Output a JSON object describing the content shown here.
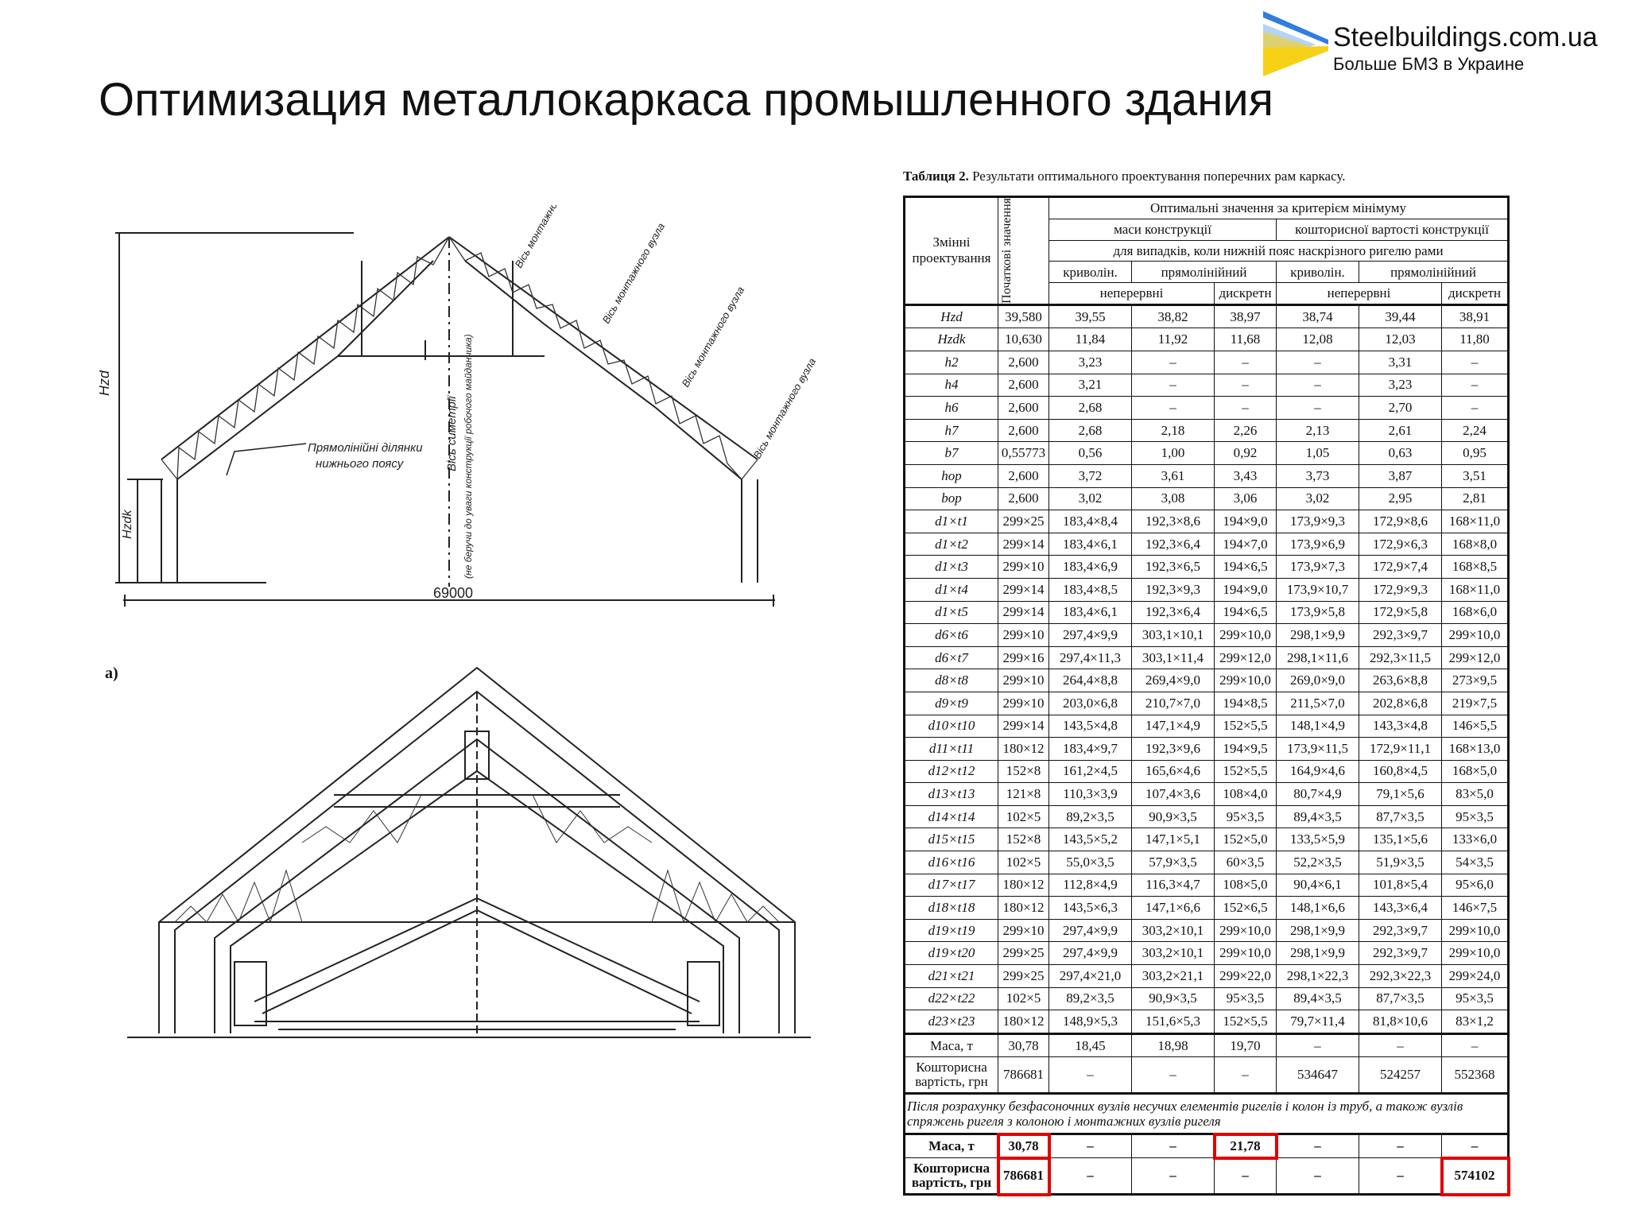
{
  "title": "Оптимизация металлокаркаса промышленного здания",
  "logo": {
    "brand": "Steelbuildings.com.ua",
    "tagline": "Больше БМЗ в Украине",
    "colors": {
      "yellow": "#f7d117",
      "blue": "#2f7de1"
    }
  },
  "drawing_top": {
    "span_label": "69000",
    "h_label": "Hzd",
    "hdk_label": "Hzdk",
    "symmetry_note": "Вісь симетрії",
    "crane_note": "(не беручи до уваги конструкції робочого майданчика)",
    "lower_chord_note_1": "Прямолінійні ділянки",
    "lower_chord_note_2": "нижнього поясу",
    "mount_node_label": "Вісь монтажного вузла"
  },
  "drawing_bottom": {
    "label": "а)"
  },
  "table": {
    "caption_bold": "Таблиця 2.",
    "caption_rest": " Результати оптимального проектування поперечних рам каркасу.",
    "header": {
      "variables": "Змінні проектування",
      "initial": "Початкові значення",
      "optimal": "Оптимальні значення за критерієм мінімуму",
      "mass": "маси конструкції",
      "cost": "кошторисної вартості конструкції",
      "cases": "для випадків, коли нижній пояс наскрізного ригелю рами",
      "curvilinear": "криволін.",
      "rectilinear": "прямолінійний",
      "continuous": "неперервні",
      "discrete": "дискретн"
    },
    "rows": [
      {
        "v": "Hzd",
        "vals": [
          "39,580",
          "39,55",
          "38,82",
          "38,97",
          "38,74",
          "39,44",
          "38,91"
        ]
      },
      {
        "v": "Hzdk",
        "vals": [
          "10,630",
          "11,84",
          "11,92",
          "11,68",
          "12,08",
          "12,03",
          "11,80"
        ]
      },
      {
        "v": "h2",
        "vals": [
          "2,600",
          "3,23",
          "–",
          "–",
          "–",
          "3,31",
          "–"
        ]
      },
      {
        "v": "h4",
        "vals": [
          "2,600",
          "3,21",
          "–",
          "–",
          "–",
          "3,23",
          "–"
        ]
      },
      {
        "v": "h6",
        "vals": [
          "2,600",
          "2,68",
          "–",
          "–",
          "–",
          "2,70",
          "–"
        ]
      },
      {
        "v": "h7",
        "vals": [
          "2,600",
          "2,68",
          "2,18",
          "2,26",
          "2,13",
          "2,61",
          "2,24"
        ]
      },
      {
        "v": "b7",
        "vals": [
          "0,55773",
          "0,56",
          "1,00",
          "0,92",
          "1,05",
          "0,63",
          "0,95"
        ]
      },
      {
        "v": "hop",
        "vals": [
          "2,600",
          "3,72",
          "3,61",
          "3,43",
          "3,73",
          "3,87",
          "3,51"
        ]
      },
      {
        "v": "bop",
        "vals": [
          "2,600",
          "3,02",
          "3,08",
          "3,06",
          "3,02",
          "2,95",
          "2,81"
        ]
      },
      {
        "v": "d1×t1",
        "vals": [
          "299×25",
          "183,4×8,4",
          "192,3×8,6",
          "194×9,0",
          "173,9×9,3",
          "172,9×8,6",
          "168×11,0"
        ]
      },
      {
        "v": "d1×t2",
        "vals": [
          "299×14",
          "183,4×6,1",
          "192,3×6,4",
          "194×7,0",
          "173,9×6,9",
          "172,9×6,3",
          "168×8,0"
        ]
      },
      {
        "v": "d1×t3",
        "vals": [
          "299×10",
          "183,4×6,9",
          "192,3×6,5",
          "194×6,5",
          "173,9×7,3",
          "172,9×7,4",
          "168×8,5"
        ]
      },
      {
        "v": "d1×t4",
        "vals": [
          "299×14",
          "183,4×8,5",
          "192,3×9,3",
          "194×9,0",
          "173,9×10,7",
          "172,9×9,3",
          "168×11,0"
        ]
      },
      {
        "v": "d1×t5",
        "vals": [
          "299×14",
          "183,4×6,1",
          "192,3×6,4",
          "194×6,5",
          "173,9×5,8",
          "172,9×5,8",
          "168×6,0"
        ]
      },
      {
        "v": "d6×t6",
        "vals": [
          "299×10",
          "297,4×9,9",
          "303,1×10,1",
          "299×10,0",
          "298,1×9,9",
          "292,3×9,7",
          "299×10,0"
        ]
      },
      {
        "v": "d6×t7",
        "vals": [
          "299×16",
          "297,4×11,3",
          "303,1×11,4",
          "299×12,0",
          "298,1×11,6",
          "292,3×11,5",
          "299×12,0"
        ]
      },
      {
        "v": "d8×t8",
        "vals": [
          "299×10",
          "264,4×8,8",
          "269,4×9,0",
          "299×10,0",
          "269,0×9,0",
          "263,6×8,8",
          "273×9,5"
        ]
      },
      {
        "v": "d9×t9",
        "vals": [
          "299×10",
          "203,0×6,8",
          "210,7×7,0",
          "194×8,5",
          "211,5×7,0",
          "202,8×6,8",
          "219×7,5"
        ]
      },
      {
        "v": "d10×t10",
        "vals": [
          "299×14",
          "143,5×4,8",
          "147,1×4,9",
          "152×5,5",
          "148,1×4,9",
          "143,3×4,8",
          "146×5,5"
        ]
      },
      {
        "v": "d11×t11",
        "vals": [
          "180×12",
          "183,4×9,7",
          "192,3×9,6",
          "194×9,5",
          "173,9×11,5",
          "172,9×11,1",
          "168×13,0"
        ]
      },
      {
        "v": "d12×t12",
        "vals": [
          "152×8",
          "161,2×4,5",
          "165,6×4,6",
          "152×5,5",
          "164,9×4,6",
          "160,8×4,5",
          "168×5,0"
        ]
      },
      {
        "v": "d13×t13",
        "vals": [
          "121×8",
          "110,3×3,9",
          "107,4×3,6",
          "108×4,0",
          "80,7×4,9",
          "79,1×5,6",
          "83×5,0"
        ]
      },
      {
        "v": "d14×t14",
        "vals": [
          "102×5",
          "89,2×3,5",
          "90,9×3,5",
          "95×3,5",
          "89,4×3,5",
          "87,7×3,5",
          "95×3,5"
        ]
      },
      {
        "v": "d15×t15",
        "vals": [
          "152×8",
          "143,5×5,2",
          "147,1×5,1",
          "152×5,0",
          "133,5×5,9",
          "135,1×5,6",
          "133×6,0"
        ]
      },
      {
        "v": "d16×t16",
        "vals": [
          "102×5",
          "55,0×3,5",
          "57,9×3,5",
          "60×3,5",
          "52,2×3,5",
          "51,9×3,5",
          "54×3,5"
        ]
      },
      {
        "v": "d17×t17",
        "vals": [
          "180×12",
          "112,8×4,9",
          "116,3×4,7",
          "108×5,0",
          "90,4×6,1",
          "101,8×5,4",
          "95×6,0"
        ]
      },
      {
        "v": "d18×t18",
        "vals": [
          "180×12",
          "143,5×6,3",
          "147,1×6,6",
          "152×6,5",
          "148,1×6,6",
          "143,3×6,4",
          "146×7,5"
        ]
      },
      {
        "v": "d19×t19",
        "vals": [
          "299×10",
          "297,4×9,9",
          "303,2×10,1",
          "299×10,0",
          "298,1×9,9",
          "292,3×9,7",
          "299×10,0"
        ]
      },
      {
        "v": "d19×t20",
        "vals": [
          "299×25",
          "297,4×9,9",
          "303,2×10,1",
          "299×10,0",
          "298,1×9,9",
          "292,3×9,7",
          "299×10,0"
        ]
      },
      {
        "v": "d21×t21",
        "vals": [
          "299×25",
          "297,4×21,0",
          "303,2×21,1",
          "299×22,0",
          "298,1×22,3",
          "292,3×22,3",
          "299×24,0"
        ]
      },
      {
        "v": "d22×t22",
        "vals": [
          "102×5",
          "89,2×3,5",
          "90,9×3,5",
          "95×3,5",
          "89,4×3,5",
          "87,7×3,5",
          "95×3,5"
        ]
      },
      {
        "v": "d23×t23",
        "vals": [
          "180×12",
          "148,9×5,3",
          "151,6×5,3",
          "152×5,5",
          "79,7×11,4",
          "81,8×10,6",
          "83×1,2"
        ]
      }
    ],
    "mass_row": {
      "label": "Маса, т",
      "vals": [
        "30,78",
        "18,45",
        "18,98",
        "19,70",
        "–",
        "–",
        "–"
      ]
    },
    "cost_row": {
      "label": "Кошторисна вартість, грн",
      "vals": [
        "786681",
        "–",
        "–",
        "–",
        "534647",
        "524257",
        "552368"
      ]
    },
    "note": "Після розрахунку безфасоночних вузлів несучих елементів ригелів і колон із труб, а також вузлів спряжень ригеля з колоною і монтажних вузлів ригеля",
    "final_mass_row": {
      "label": "Маса, т",
      "vals": [
        "30,78",
        "–",
        "–",
        "21,78",
        "–",
        "–",
        "–"
      ]
    },
    "final_cost_row": {
      "label": "Кошторисна вартість, грн",
      "vals": [
        "786681",
        "–",
        "–",
        "–",
        "–",
        "–",
        "574102"
      ]
    },
    "highlight_color": "#e00000"
  }
}
